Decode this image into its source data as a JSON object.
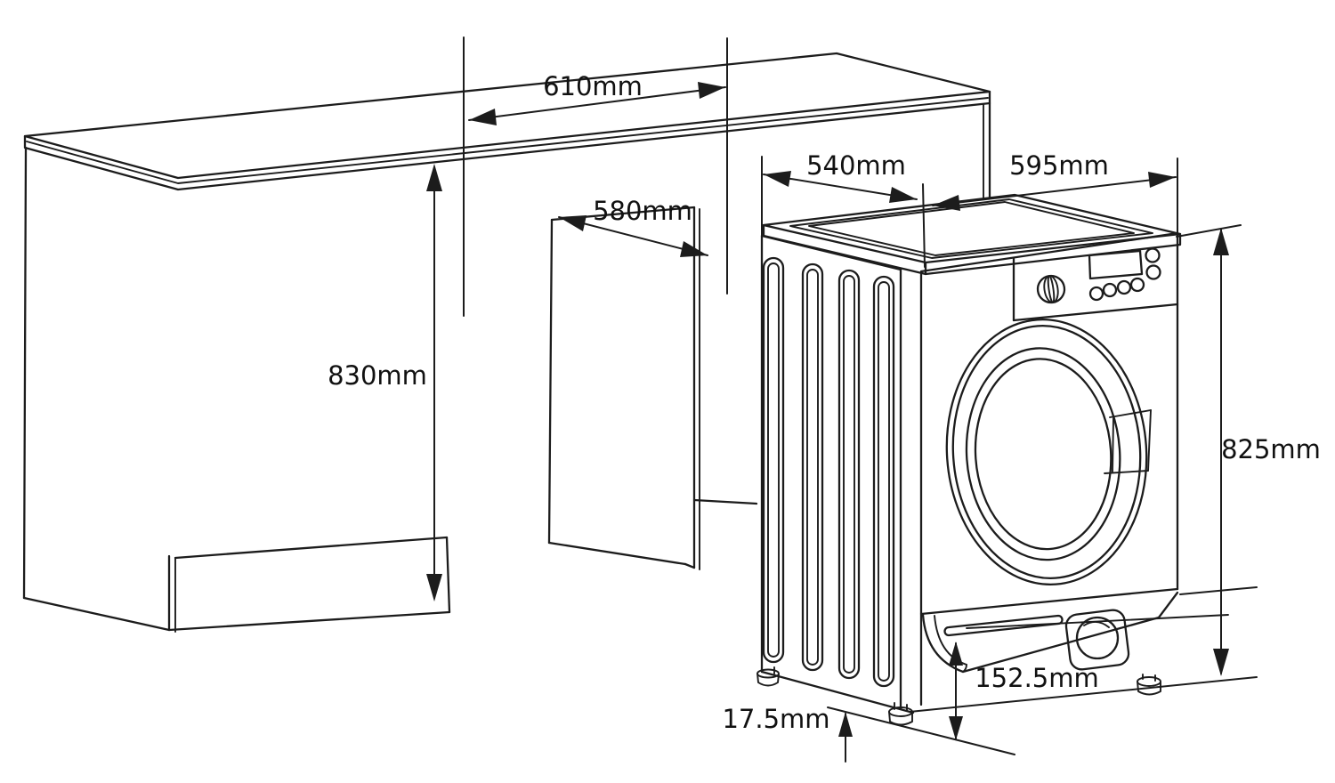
{
  "diagram": {
    "type": "installation-dimension-drawing",
    "subject": "integrated washing machine with kitchen counter niche",
    "unit": "mm",
    "colors": {
      "line": "#1c1c1c",
      "background": "#ffffff",
      "text": "#111111"
    },
    "labels": {
      "worktop_depth": "610mm",
      "niche_depth": "580mm",
      "niche_height": "830mm",
      "machine_depth": "540mm",
      "machine_width": "595mm",
      "machine_height": "825mm",
      "plinth_height": "152.5mm",
      "foot_clearance": "17.5mm"
    }
  }
}
